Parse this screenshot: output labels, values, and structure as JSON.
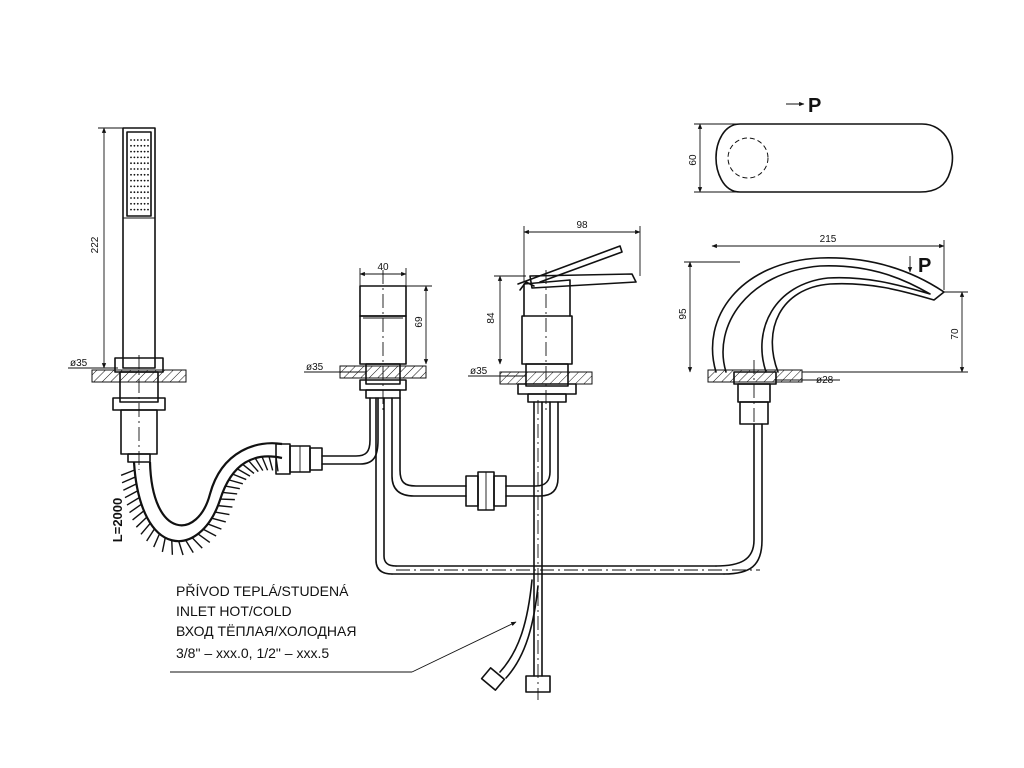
{
  "dimensions": {
    "shower_height": "222",
    "shower_base_dia": "ø35",
    "hose_length": "L=2000",
    "diverter_width": "40",
    "diverter_height": "69",
    "diverter_base_dia": "ø35",
    "mixer_width": "98",
    "mixer_height": "84",
    "mixer_base_dia": "ø35",
    "spout_length": "215",
    "spout_height": "95",
    "spout_outlet_height": "70",
    "spout_base_dia": "ø28",
    "spout_top_width": "60"
  },
  "labels": {
    "view_p_top": "P",
    "view_p_side": "P"
  },
  "note": {
    "line1": "PŘÍVOD TEPLÁ/STUDENÁ",
    "line2": "INLET HOT/COLD",
    "line3": "ВХОД ТЁПЛАЯ/ХОЛОДНАЯ",
    "line4": "3/8\"  –  xxx.0,  1/2\"  –  xxx.5"
  }
}
